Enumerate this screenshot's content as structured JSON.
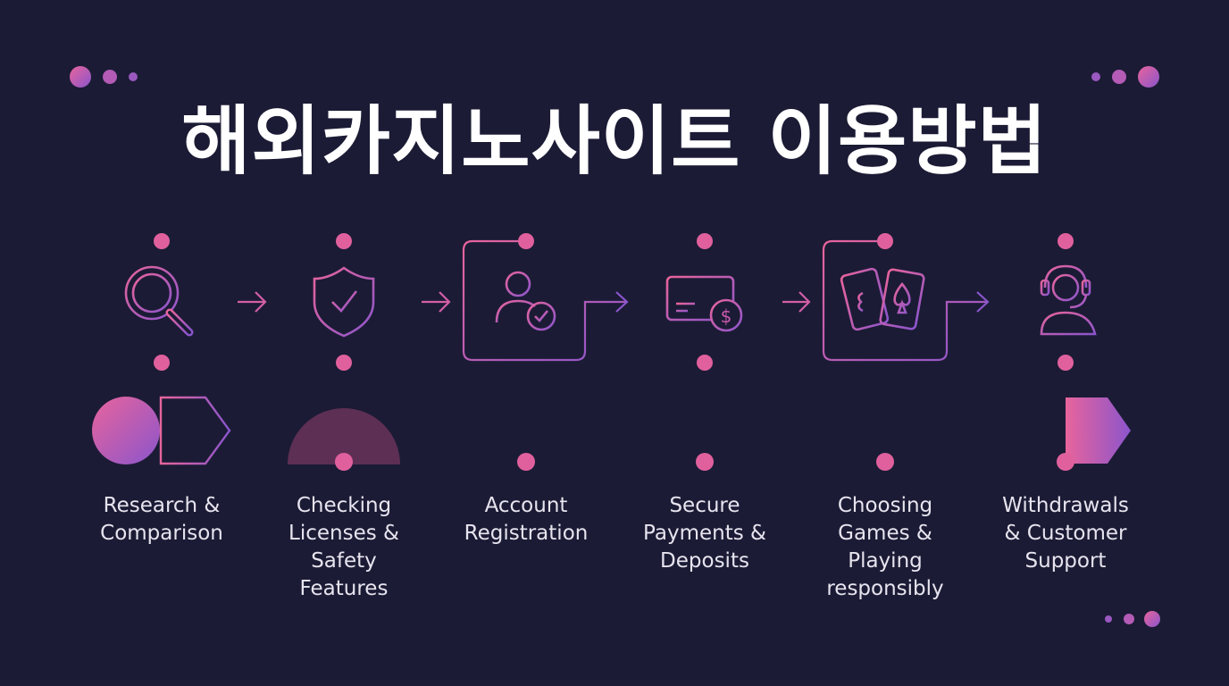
{
  "title": "해외카지노사이트 이용방법",
  "colors": {
    "background": "#1b1b35",
    "accent_pink": "#e0609d",
    "accent_purple": "#8a55c8",
    "title": "#ffffff",
    "label": "#e7e4ef"
  },
  "steps": [
    {
      "label": "Research &\nComparison",
      "icon": "magnifier-icon"
    },
    {
      "label": "Checking\nLicenses &\nSafety\nFeatures",
      "icon": "shield-check-icon"
    },
    {
      "label": "Account\nRegistration",
      "icon": "user-check-icon"
    },
    {
      "label": "Secure\nPayments &\nDeposits",
      "icon": "card-dollar-icon"
    },
    {
      "label": "Choosing\nGames &\nPlaying\nresponsibly",
      "icon": "playing-cards-icon"
    },
    {
      "label": "Withdrawals\n& Customer\nSupport",
      "icon": "headset-user-icon"
    }
  ]
}
